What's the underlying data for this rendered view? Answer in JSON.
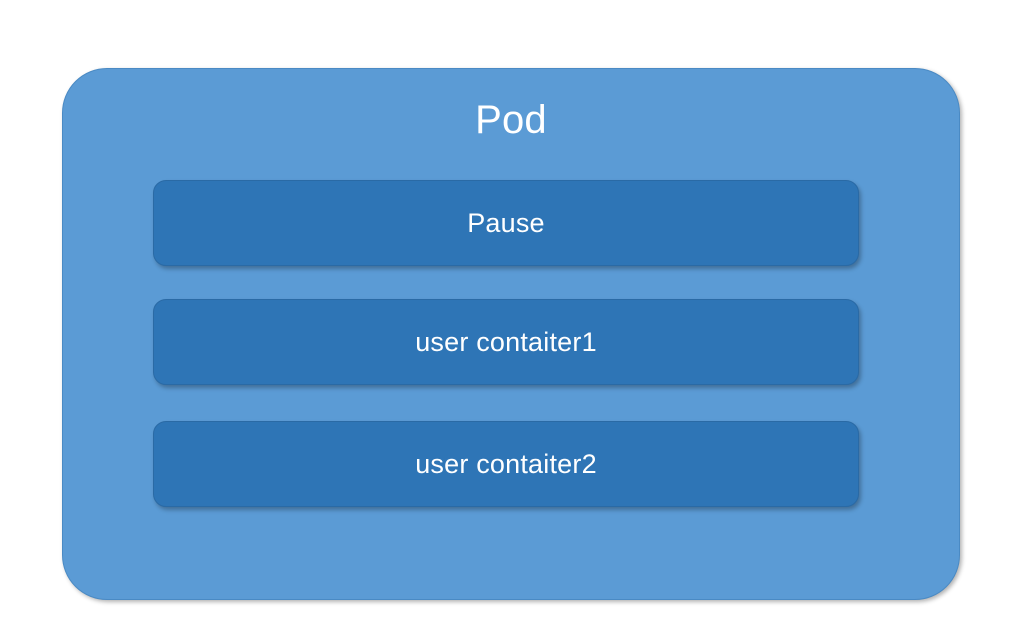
{
  "diagram": {
    "type": "kubernetes-pod-architecture",
    "background_color": "#ffffff",
    "pod": {
      "title": "Pod",
      "fill_color": "#5b9bd5",
      "border_color": "#4a8ac4",
      "title_color": "#ffffff",
      "containers": [
        {
          "label": "Pause",
          "role": "infrastructure-container",
          "fill_color": "#2e75b6",
          "text_color": "#ffffff"
        },
        {
          "label": "user contaiter1",
          "role": "user-container",
          "fill_color": "#2e75b6",
          "text_color": "#ffffff"
        },
        {
          "label": "user contaiter2",
          "role": "user-container",
          "fill_color": "#2e75b6",
          "text_color": "#ffffff"
        }
      ]
    }
  }
}
